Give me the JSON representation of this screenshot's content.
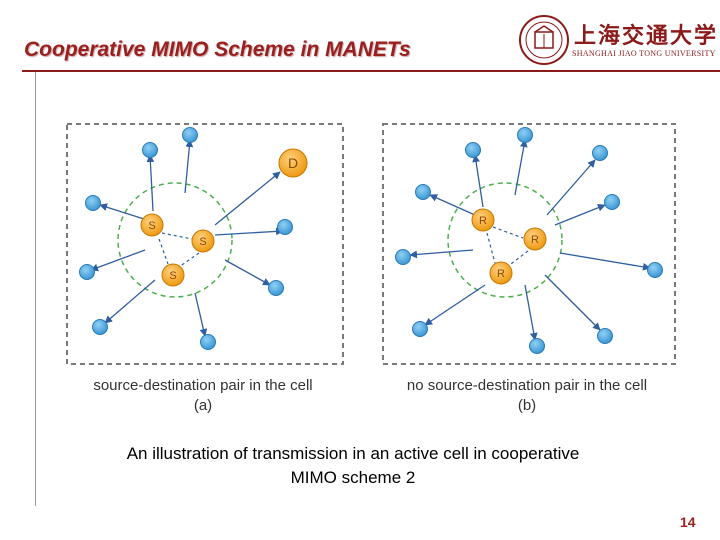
{
  "slide": {
    "title": "Cooperative MIMO Scheme in MANETs",
    "logo_cn": "上海交通大学",
    "logo_en": "SHANGHAI JIAO TONG UNIVERSITY",
    "caption_line1": "An illustration of transmission in an active cell in cooperative",
    "caption_line2": "MIMO scheme 2",
    "page_number": "14"
  },
  "colors": {
    "title": "#9a1f1f",
    "node_blue": "#4aa8e0",
    "node_orange": "#f4a21d",
    "arrow": "#2f5fa0",
    "dashed_circle": "#4caf50",
    "cell_border": "#7a7a7a"
  },
  "diagram": {
    "panel_a": {
      "label": "source-destination pair in the cell",
      "sub": "(a)",
      "source_letter": "S",
      "dest_letter": "D"
    },
    "panel_b": {
      "label": "no source-destination pair in the cell",
      "sub": "(b)",
      "relay_letter": "R"
    }
  }
}
